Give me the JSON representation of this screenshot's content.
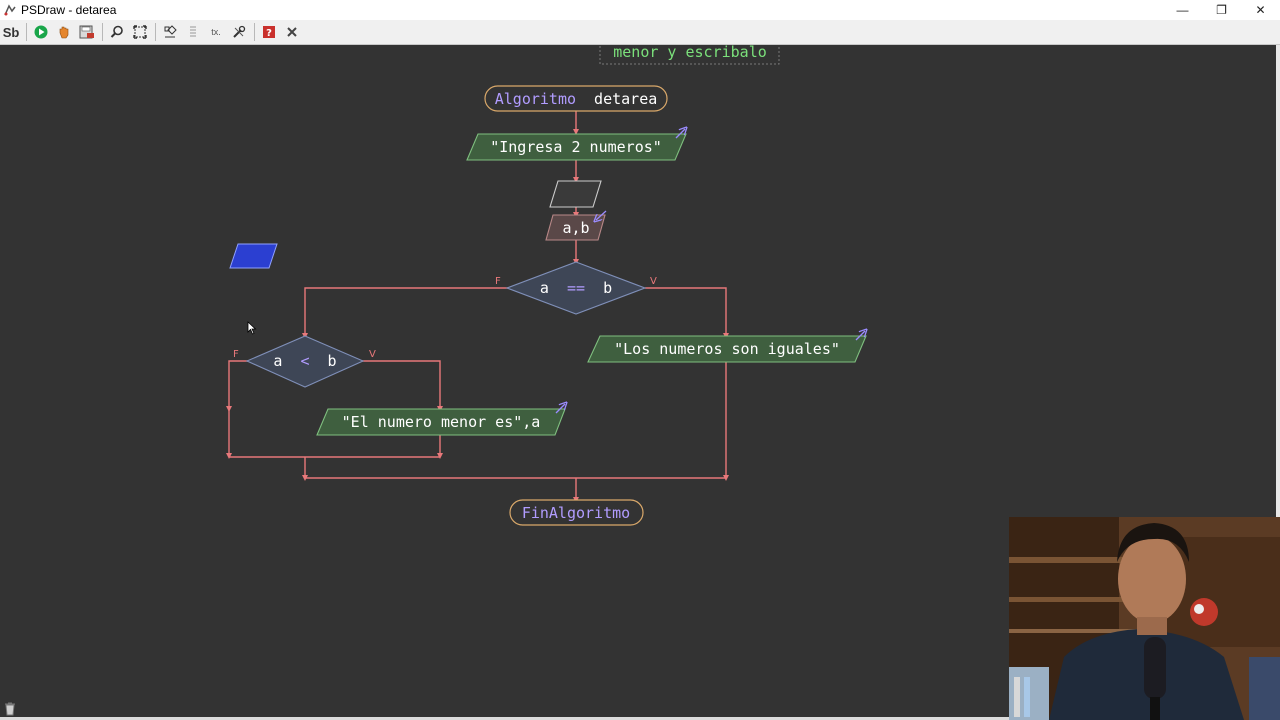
{
  "window": {
    "title": "PSDraw - detarea",
    "minimize": "—",
    "restore": "❐",
    "close": "✕"
  },
  "toolbar": {
    "sb_label": "Sb",
    "var_label": "tx."
  },
  "flowchart": {
    "comment_top": "menor y escribalo",
    "start_keyword": "Algoritmo",
    "algorithm_name": "detarea",
    "output1": "\"Ingresa 2 numeros\"",
    "input_vars": "a,b",
    "cond1_left": "a",
    "cond1_op": "==",
    "cond1_right": "b",
    "cond2_left": "a",
    "cond2_op": "<",
    "cond2_right": "b",
    "output_equal": "\"Los numeros son iguales\"",
    "output_lesser": "\"El numero menor es\",a",
    "false_label": "F",
    "true_label": "V",
    "end_keyword": "FinAlgoritmo"
  },
  "colors": {
    "canvas_bg": "#333333",
    "arrow": "#e8787a",
    "io_fill": "#3f5f3f",
    "io_stroke": "#7fbf7f",
    "io_text": "#b9e6b9",
    "keyword": "#b19cff",
    "terminal_stroke": "#d9a86a",
    "diamond_fill": "#3e4656",
    "diamond_stroke": "#7f8fb8",
    "comment_text": "#7be07b",
    "palette_parallelogram": "#2b3fd1"
  }
}
